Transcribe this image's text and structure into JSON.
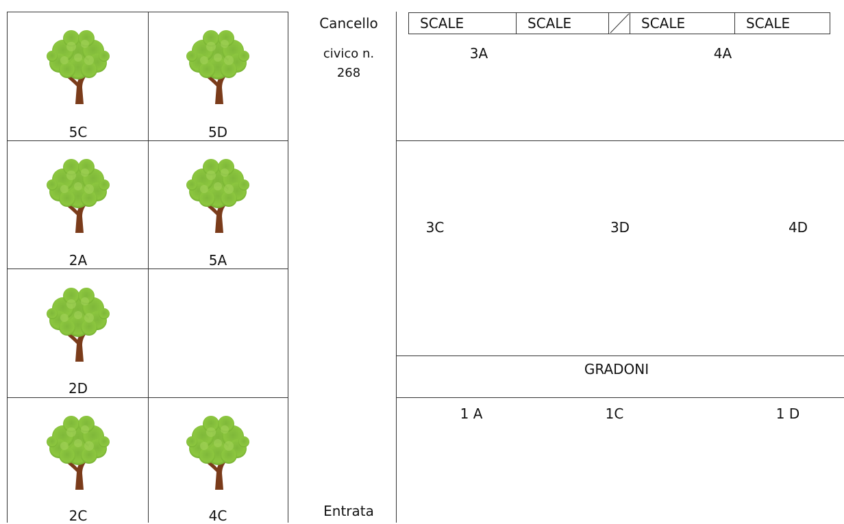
{
  "garden": {
    "labels": [
      "5C",
      "5D",
      "2A",
      "5A",
      "2D",
      "2C",
      "4C"
    ]
  },
  "gate": {
    "line1": "Cancello",
    "line2": "civico n.",
    "line3": "268",
    "entrance": "Entrata"
  },
  "scales": [
    "SCALE",
    "SCALE",
    "SCALE",
    "SCALE"
  ],
  "right": {
    "top": [
      "3A",
      "4A"
    ],
    "middle": [
      "3C",
      "3D",
      "4D"
    ],
    "gradoni": "GRADONI",
    "bottom": [
      "1 A",
      "1C",
      "1 D"
    ]
  }
}
